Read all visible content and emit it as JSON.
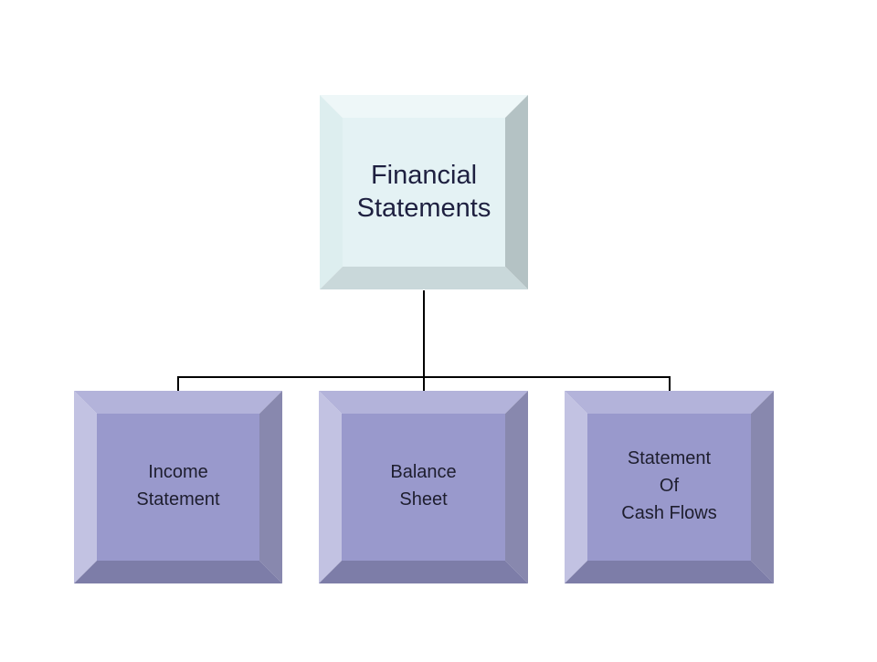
{
  "diagram": {
    "root": {
      "label": "Financial\nStatements",
      "colors": {
        "face": "#E4F2F4",
        "bevel_top": "#EEF7F8",
        "bevel_left": "#DDEEEF",
        "bevel_right": "#B4C2C4",
        "bevel_bottom": "#C9D8DA"
      }
    },
    "children": [
      {
        "label": "Income\nStatement"
      },
      {
        "label": "Balance\nSheet"
      },
      {
        "label": "Statement\nOf\nCash Flows"
      }
    ],
    "child_colors": {
      "face": "#9999CC",
      "bevel_top": "#B3B3DA",
      "bevel_left": "#C2C2E2",
      "bevel_right": "#8888AE",
      "bevel_bottom": "#7D7DA8"
    },
    "connector_color": "#000000"
  }
}
